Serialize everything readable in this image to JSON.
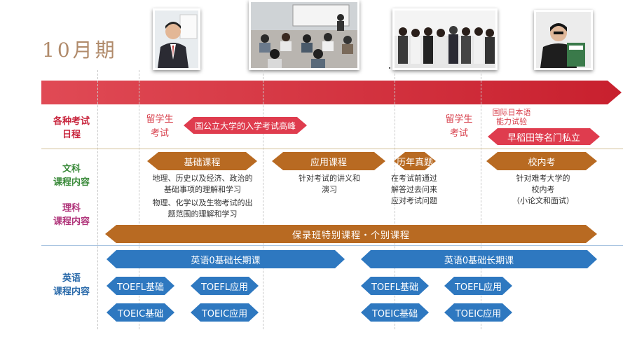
{
  "title": "10月期",
  "rows": {
    "exam_schedule": "各种考试\n日程",
    "bunka": "文科\n课程内容",
    "rika": "理科\n课程内容",
    "english": "英语\n课程内容"
  },
  "schedule": {
    "ryugaku_exam_1": "留学生\n考试",
    "public_univ_peak": "国公立大学的入学考试高峰",
    "ryugaku_exam_2": "留学生\n考试",
    "jlpt": "国际日本语\n能力试验",
    "waseda": "早稻田等名门私立"
  },
  "courses": {
    "basic": "基础课程",
    "basic_desc_1": "地理、历史以及经济、政治的\n基础事项的理解和学习",
    "basic_desc_2": "物理、化学以及生物考试的出\n题范围的理解和学习",
    "applied": "应用课程",
    "applied_desc": "针对考试的讲义和\n演习",
    "past_exams": "历年真题",
    "past_exams_desc": "在考试前通过\n解答过去问来\n应对考试问题",
    "school_exam": "校内考",
    "school_exam_desc": "针对难考大学的\n校内考\n（小论文和面试）",
    "special": "保录班特别课程・个别课程"
  },
  "english": {
    "long_term_1": "英语0基础长期课",
    "long_term_2": "英语0基础长期课",
    "toefl_basic_1": "TOEFL基础",
    "toefl_applied_1": "TOEFL应用",
    "toeic_basic_1": "TOEIC基础",
    "toeic_applied_1": "TOEIC应用",
    "toefl_basic_2": "TOEFL基础",
    "toefl_applied_2": "TOEFL应用",
    "toeic_basic_2": "TOEIC基础",
    "toeic_applied_2": "TOEIC应用"
  },
  "colors": {
    "timeline": "#d8333f",
    "exam_arrow": "#df3c4e",
    "course_arrow": "#b86a22",
    "english_arrow": "#2e78c0",
    "exam_label": "#c8243c",
    "bunka_label": "#3a8a3a",
    "rika_label": "#b0347a"
  }
}
